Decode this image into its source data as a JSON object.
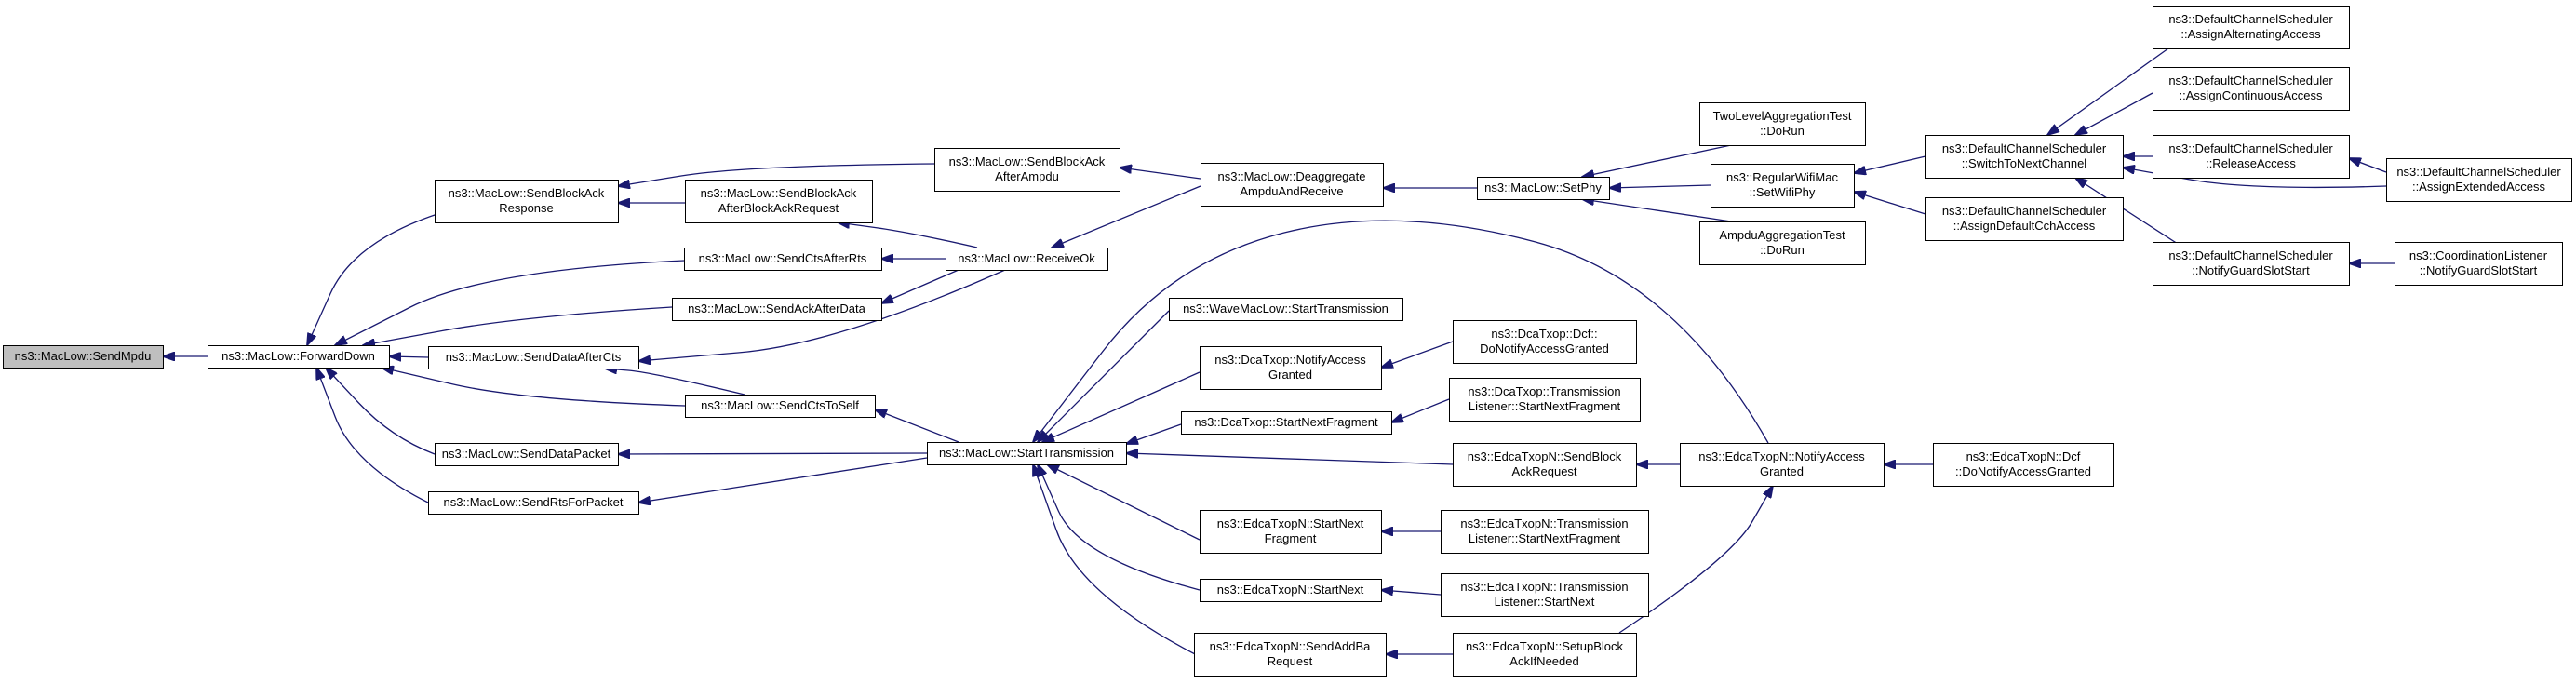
{
  "colors": {
    "edge": "#191970",
    "root_fill": "#bfbfbf",
    "node_fill": "#ffffff",
    "node_border": "#000000",
    "text": "#000000"
  },
  "nodes": [
    {
      "id": "n0",
      "lines": [
        "ns3::MacLow::SendMpdu"
      ],
      "root": true
    },
    {
      "id": "n1",
      "lines": [
        "ns3::MacLow::ForwardDown"
      ]
    },
    {
      "id": "n2",
      "lines": [
        "ns3::MacLow::SendBlockAck",
        "Response"
      ]
    },
    {
      "id": "n3",
      "lines": [
        "ns3::MacLow::SendCtsAfterRts"
      ]
    },
    {
      "id": "n4",
      "lines": [
        "ns3::MacLow::SendAckAfterData"
      ]
    },
    {
      "id": "n5",
      "lines": [
        "ns3::MacLow::SendDataAfterCts"
      ]
    },
    {
      "id": "n6",
      "lines": [
        "ns3::MacLow::SendCtsToSelf"
      ]
    },
    {
      "id": "n7",
      "lines": [
        "ns3::MacLow::SendDataPacket"
      ]
    },
    {
      "id": "n8",
      "lines": [
        "ns3::MacLow::SendRtsForPacket"
      ]
    },
    {
      "id": "n9",
      "lines": [
        "ns3::MacLow::SendBlockAck",
        "AfterAmpdu"
      ]
    },
    {
      "id": "n10",
      "lines": [
        "ns3::MacLow::SendBlockAck",
        "AfterBlockAckRequest"
      ]
    },
    {
      "id": "n11",
      "lines": [
        "ns3::MacLow::ReceiveOk"
      ]
    },
    {
      "id": "n12",
      "lines": [
        "ns3::MacLow::StartTransmission"
      ]
    },
    {
      "id": "n13",
      "lines": [
        "ns3::MacLow::Deaggregate",
        "AmpduAndReceive"
      ]
    },
    {
      "id": "n14",
      "lines": [
        "ns3::WaveMacLow::StartTransmission"
      ]
    },
    {
      "id": "n15",
      "lines": [
        "ns3::DcaTxop::NotifyAccess",
        "Granted"
      ]
    },
    {
      "id": "n16",
      "lines": [
        "ns3::DcaTxop::StartNextFragment"
      ]
    },
    {
      "id": "n17",
      "lines": [
        "ns3::EdcaTxopN::SendBlock",
        "AckRequest"
      ]
    },
    {
      "id": "n18",
      "lines": [
        "ns3::EdcaTxopN::StartNext",
        "Fragment"
      ]
    },
    {
      "id": "n19",
      "lines": [
        "ns3::EdcaTxopN::StartNext"
      ]
    },
    {
      "id": "n20",
      "lines": [
        "ns3::EdcaTxopN::SendAddBa",
        "Request"
      ]
    },
    {
      "id": "n21",
      "lines": [
        "ns3::MacLow::SetPhy"
      ]
    },
    {
      "id": "n22",
      "lines": [
        "ns3::DcaTxop::Dcf::",
        "DoNotifyAccessGranted"
      ]
    },
    {
      "id": "n23",
      "lines": [
        "ns3::DcaTxop::Transmission",
        "Listener::StartNextFragment"
      ]
    },
    {
      "id": "n24",
      "lines": [
        "ns3::EdcaTxopN::NotifyAccess",
        "Granted"
      ]
    },
    {
      "id": "n25",
      "lines": [
        "ns3::EdcaTxopN::Transmission",
        "Listener::StartNextFragment"
      ]
    },
    {
      "id": "n26",
      "lines": [
        "ns3::EdcaTxopN::Transmission",
        "Listener::StartNext"
      ]
    },
    {
      "id": "n27",
      "lines": [
        "ns3::EdcaTxopN::SetupBlock",
        "AckIfNeeded"
      ]
    },
    {
      "id": "n28",
      "lines": [
        "TwoLevelAggregationTest",
        "::DoRun"
      ]
    },
    {
      "id": "n29",
      "lines": [
        "ns3::RegularWifiMac",
        "::SetWifiPhy"
      ]
    },
    {
      "id": "n30",
      "lines": [
        "AmpduAggregationTest",
        "::DoRun"
      ]
    },
    {
      "id": "n31",
      "lines": [
        "ns3::EdcaTxopN::Dcf",
        "::DoNotifyAccessGranted"
      ]
    },
    {
      "id": "n32",
      "lines": [
        "ns3::DefaultChannelScheduler",
        "::SwitchToNextChannel"
      ]
    },
    {
      "id": "n33",
      "lines": [
        "ns3::DefaultChannelScheduler",
        "::AssignDefaultCchAccess"
      ]
    },
    {
      "id": "n34",
      "lines": [
        "ns3::DefaultChannelScheduler",
        "::AssignAlternatingAccess"
      ]
    },
    {
      "id": "n35",
      "lines": [
        "ns3::DefaultChannelScheduler",
        "::AssignContinuousAccess"
      ]
    },
    {
      "id": "n36",
      "lines": [
        "ns3::DefaultChannelScheduler",
        "::ReleaseAccess"
      ]
    },
    {
      "id": "n37",
      "lines": [
        "ns3::DefaultChannelScheduler",
        "::NotifyGuardSlotStart"
      ]
    },
    {
      "id": "n38",
      "lines": [
        "ns3::DefaultChannelScheduler",
        "::AssignExtendedAccess"
      ]
    },
    {
      "id": "n39",
      "lines": [
        "ns3::CoordinationListener",
        "::NotifyGuardSlotStart"
      ]
    }
  ],
  "edges": [
    {
      "from": "n1",
      "to": "n0"
    },
    {
      "from": "n2",
      "to": "n1"
    },
    {
      "from": "n3",
      "to": "n1"
    },
    {
      "from": "n4",
      "to": "n1"
    },
    {
      "from": "n5",
      "to": "n1"
    },
    {
      "from": "n6",
      "to": "n1"
    },
    {
      "from": "n7",
      "to": "n1"
    },
    {
      "from": "n8",
      "to": "n1"
    },
    {
      "from": "n9",
      "to": "n2"
    },
    {
      "from": "n10",
      "to": "n2"
    },
    {
      "from": "n11",
      "to": "n3"
    },
    {
      "from": "n11",
      "to": "n4"
    },
    {
      "from": "n11",
      "to": "n5"
    },
    {
      "from": "n6",
      "to": "n5"
    },
    {
      "from": "n11",
      "to": "n10"
    },
    {
      "from": "n13",
      "to": "n9"
    },
    {
      "from": "n13",
      "to": "n11"
    },
    {
      "from": "n12",
      "to": "n6"
    },
    {
      "from": "n12",
      "to": "n7"
    },
    {
      "from": "n12",
      "to": "n8"
    },
    {
      "from": "n14",
      "to": "n12"
    },
    {
      "from": "n15",
      "to": "n12"
    },
    {
      "from": "n16",
      "to": "n12"
    },
    {
      "from": "n17",
      "to": "n12"
    },
    {
      "from": "n18",
      "to": "n12"
    },
    {
      "from": "n19",
      "to": "n12"
    },
    {
      "from": "n20",
      "to": "n12"
    },
    {
      "from": "n24",
      "to": "n12"
    },
    {
      "from": "n21",
      "to": "n13"
    },
    {
      "from": "n22",
      "to": "n15"
    },
    {
      "from": "n23",
      "to": "n16"
    },
    {
      "from": "n24",
      "to": "n17"
    },
    {
      "from": "n25",
      "to": "n18"
    },
    {
      "from": "n26",
      "to": "n19"
    },
    {
      "from": "n27",
      "to": "n20"
    },
    {
      "from": "n27",
      "to": "n24"
    },
    {
      "from": "n31",
      "to": "n24"
    },
    {
      "from": "n28",
      "to": "n21"
    },
    {
      "from": "n29",
      "to": "n21"
    },
    {
      "from": "n30",
      "to": "n21"
    },
    {
      "from": "n32",
      "to": "n29"
    },
    {
      "from": "n33",
      "to": "n29"
    },
    {
      "from": "n34",
      "to": "n32"
    },
    {
      "from": "n35",
      "to": "n32"
    },
    {
      "from": "n36",
      "to": "n32"
    },
    {
      "from": "n37",
      "to": "n32"
    },
    {
      "from": "n38",
      "to": "n32"
    },
    {
      "from": "n38",
      "to": "n36"
    },
    {
      "from": "n39",
      "to": "n37"
    }
  ]
}
